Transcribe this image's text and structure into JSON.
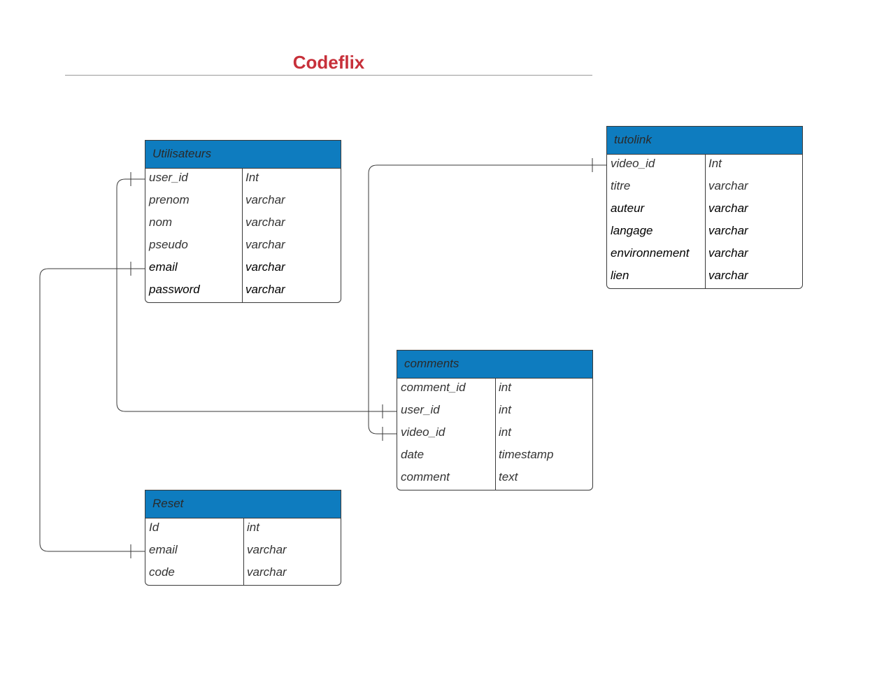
{
  "title": "Codeflix",
  "colors": {
    "title": "#c7303a",
    "header": "#0e7cbf",
    "border": "#3a3a3a"
  },
  "entities": {
    "utilisateurs": {
      "name": "Utilisateurs",
      "fields": [
        {
          "name": "user_id",
          "type": "Int",
          "emphasis": false
        },
        {
          "name": "prenom",
          "type": "varchar",
          "emphasis": false
        },
        {
          "name": "nom",
          "type": "varchar",
          "emphasis": false
        },
        {
          "name": "pseudo",
          "type": "varchar",
          "emphasis": false
        },
        {
          "name": "email",
          "type": "varchar",
          "emphasis": true
        },
        {
          "name": "password",
          "type": "varchar",
          "emphasis": true
        }
      ]
    },
    "tutolink": {
      "name": "tutolink",
      "fields": [
        {
          "name": "video_id",
          "type": "Int",
          "emphasis": false
        },
        {
          "name": "titre",
          "type": "varchar",
          "emphasis": false
        },
        {
          "name": "auteur",
          "type": "varchar",
          "emphasis": true
        },
        {
          "name": "langage",
          "type": "varchar",
          "emphasis": true
        },
        {
          "name": "environnement",
          "type": "varchar",
          "emphasis": true
        },
        {
          "name": "lien",
          "type": "varchar",
          "emphasis": true
        }
      ]
    },
    "comments": {
      "name": "comments",
      "fields": [
        {
          "name": "comment_id",
          "type": "int",
          "emphasis": false
        },
        {
          "name": "user_id",
          "type": "int",
          "emphasis": false
        },
        {
          "name": "video_id",
          "type": "int",
          "emphasis": false
        },
        {
          "name": "date",
          "type": "timestamp",
          "emphasis": false
        },
        {
          "name": "comment",
          "type": "text",
          "emphasis": false
        }
      ]
    },
    "reset": {
      "name": "Reset",
      "fields": [
        {
          "name": "Id",
          "type": "int",
          "emphasis": false
        },
        {
          "name": "email",
          "type": "varchar",
          "emphasis": false
        },
        {
          "name": "code",
          "type": "varchar",
          "emphasis": false
        }
      ]
    }
  },
  "relationships": [
    {
      "from": "Utilisateurs.user_id",
      "to": "comments.user_id"
    },
    {
      "from": "tutolink.video_id",
      "to": "comments.video_id"
    },
    {
      "from": "Utilisateurs.email",
      "to": "Reset.email"
    }
  ]
}
